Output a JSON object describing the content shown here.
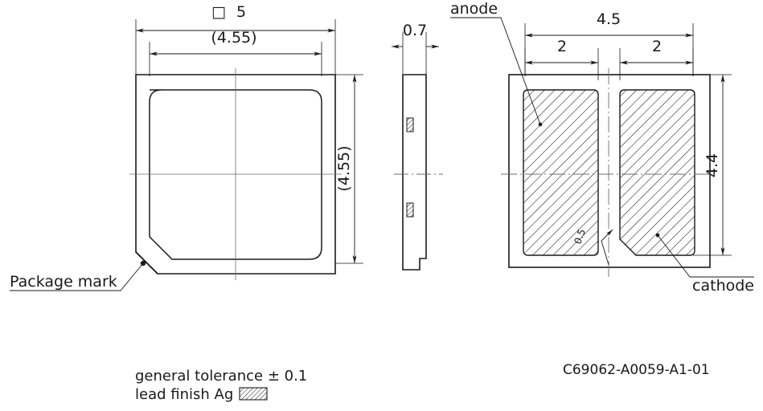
{
  "drawing": {
    "part_number": "C69062-A0059-A1-01",
    "notes": {
      "general_tolerance": "general tolerance ± 0.1",
      "lead_finish": "lead finish Ag"
    },
    "labels": {
      "package_mark": "Package mark",
      "anode": "anode",
      "cathode": "cathode"
    },
    "views": {
      "top": {
        "name": "top-view",
        "dimensions": {
          "square_overall": "5",
          "square_symbol": "□",
          "inner_width": "(4.55)",
          "inner_height": "(4.55)"
        }
      },
      "side": {
        "name": "side-view",
        "dimensions": {
          "thickness": "0.7"
        }
      },
      "bottom": {
        "name": "bottom-view",
        "dimensions": {
          "overall_width": "4.5",
          "pad_left_width": "2",
          "pad_right_width": "2",
          "overall_height": "4.4",
          "notch": "0.5"
        }
      }
    }
  }
}
